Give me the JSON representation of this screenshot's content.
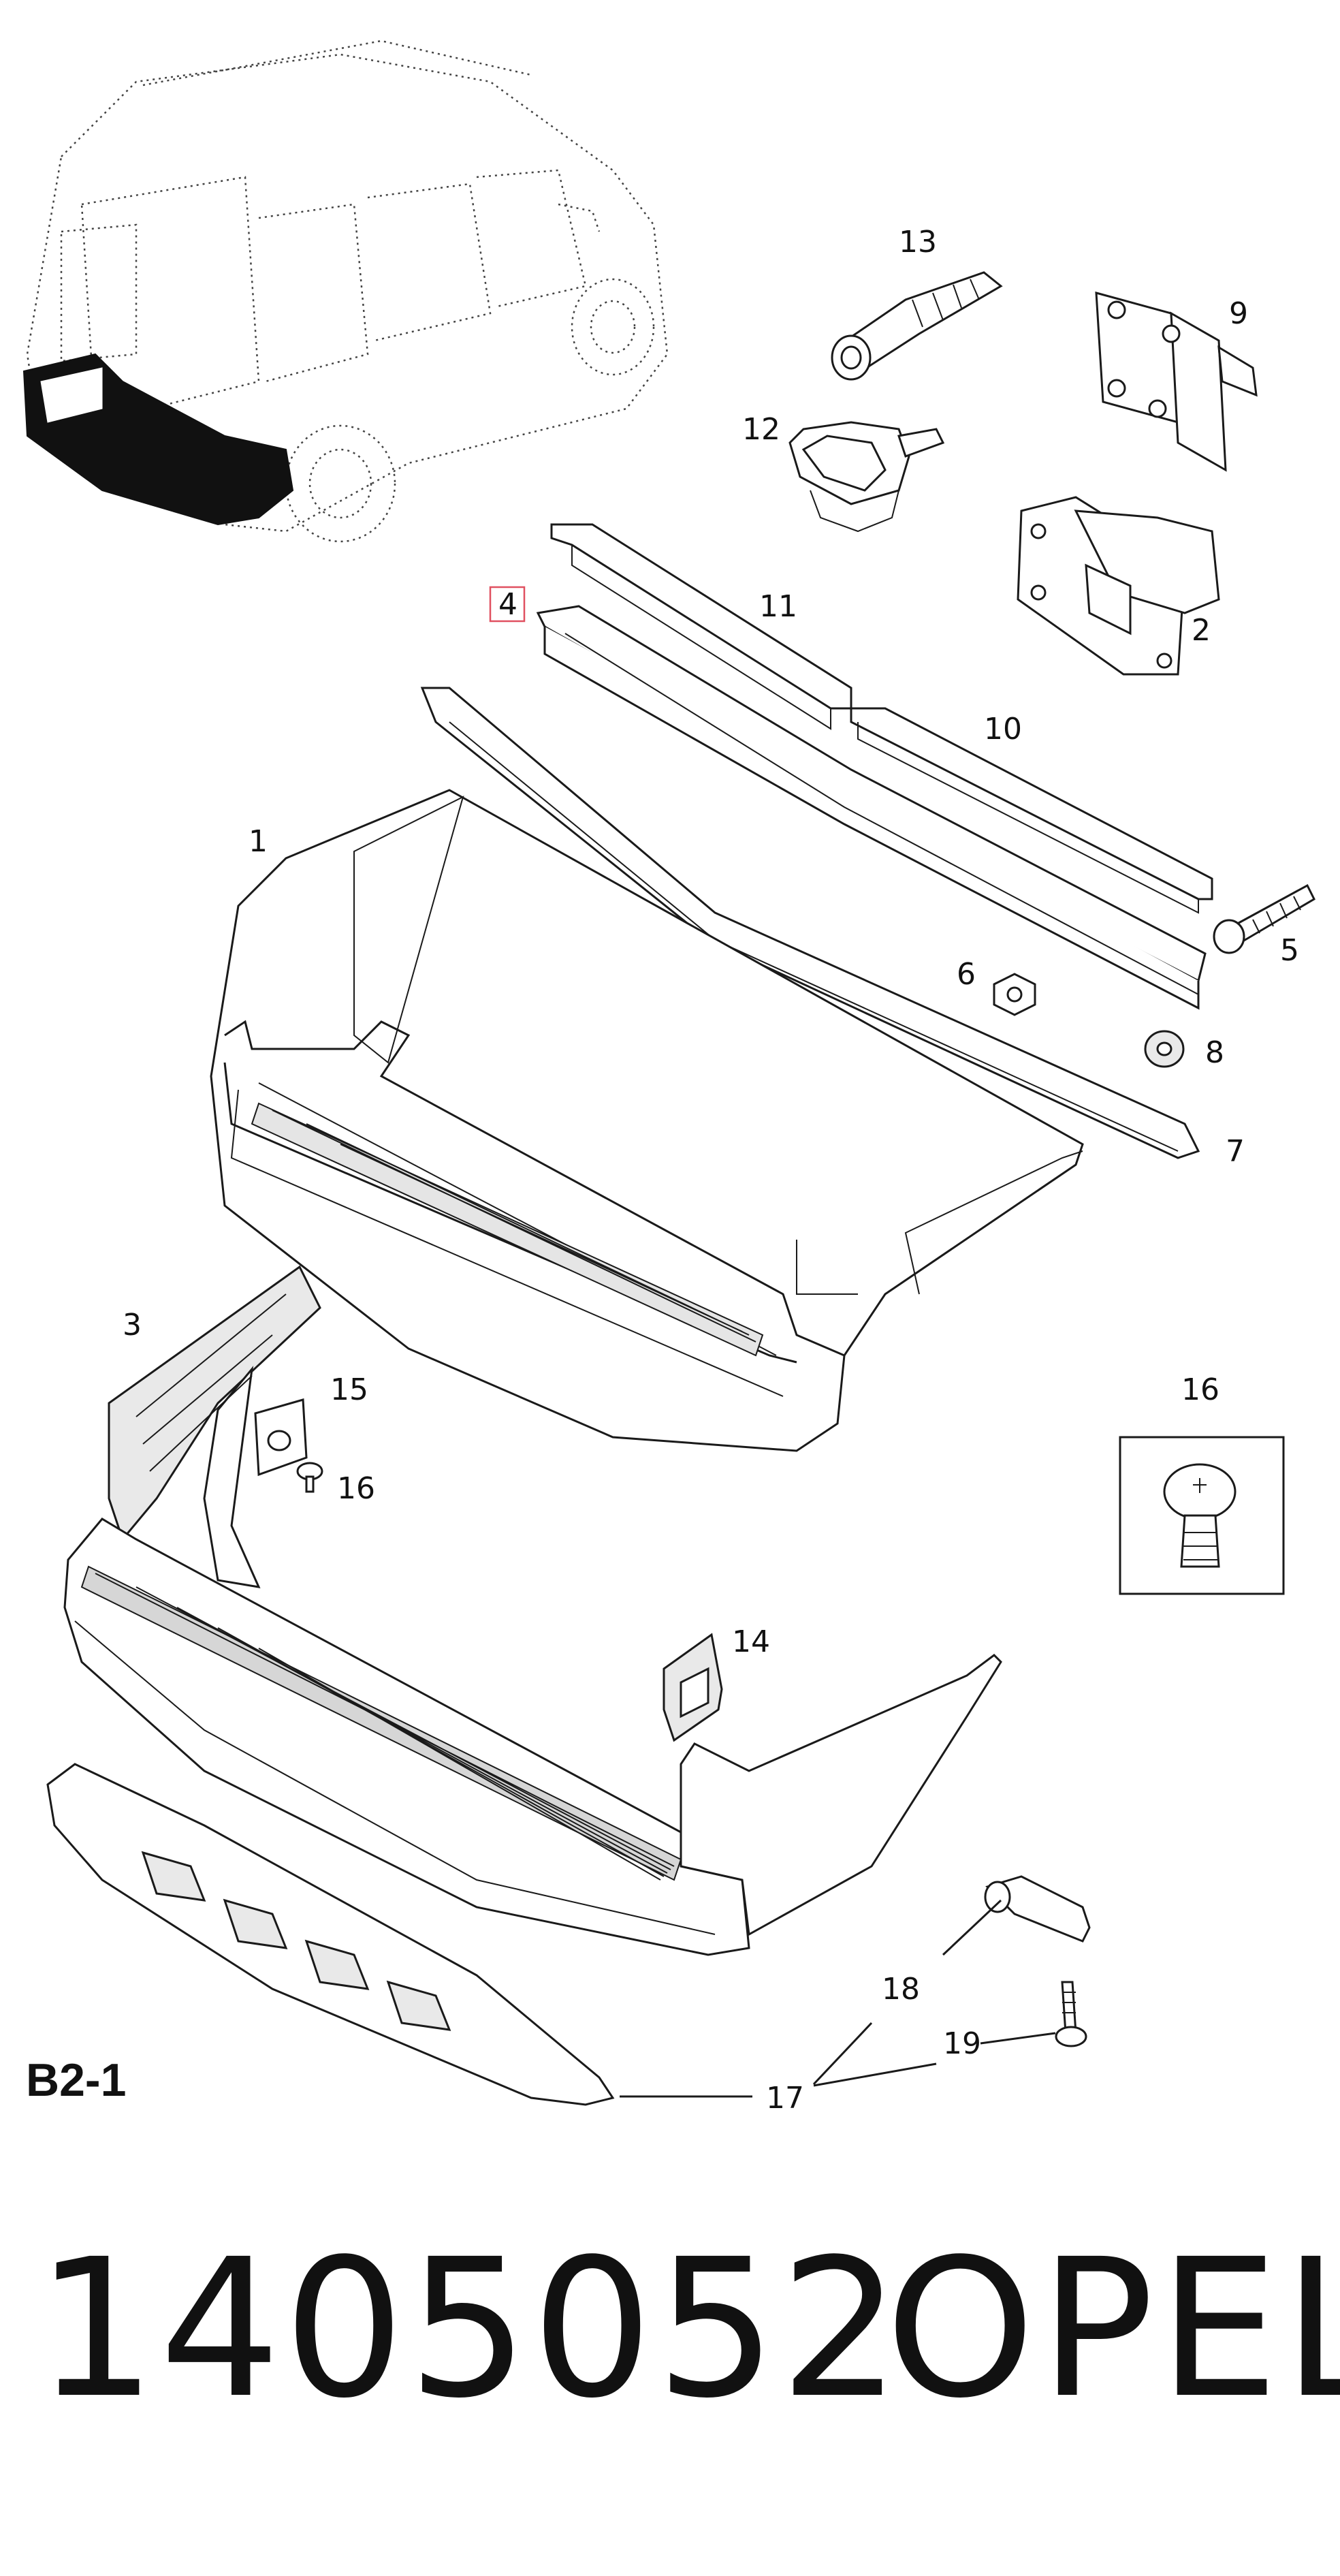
{
  "callouts": {
    "c1": "1",
    "c2": "2",
    "c3": "3",
    "c4": "4",
    "c5": "5",
    "c6": "6",
    "c7": "7",
    "c8": "8",
    "c9": "9",
    "c10": "10",
    "c11": "11",
    "c12": "12",
    "c13": "13",
    "c14": "14",
    "c15": "15",
    "c16a": "16",
    "c16b": "16",
    "c17": "17",
    "c18": "18",
    "c19": "19"
  },
  "section_code": "B2-1",
  "part_number": "1405052",
  "brand": "OPEL",
  "highlight_color": "#e05060"
}
